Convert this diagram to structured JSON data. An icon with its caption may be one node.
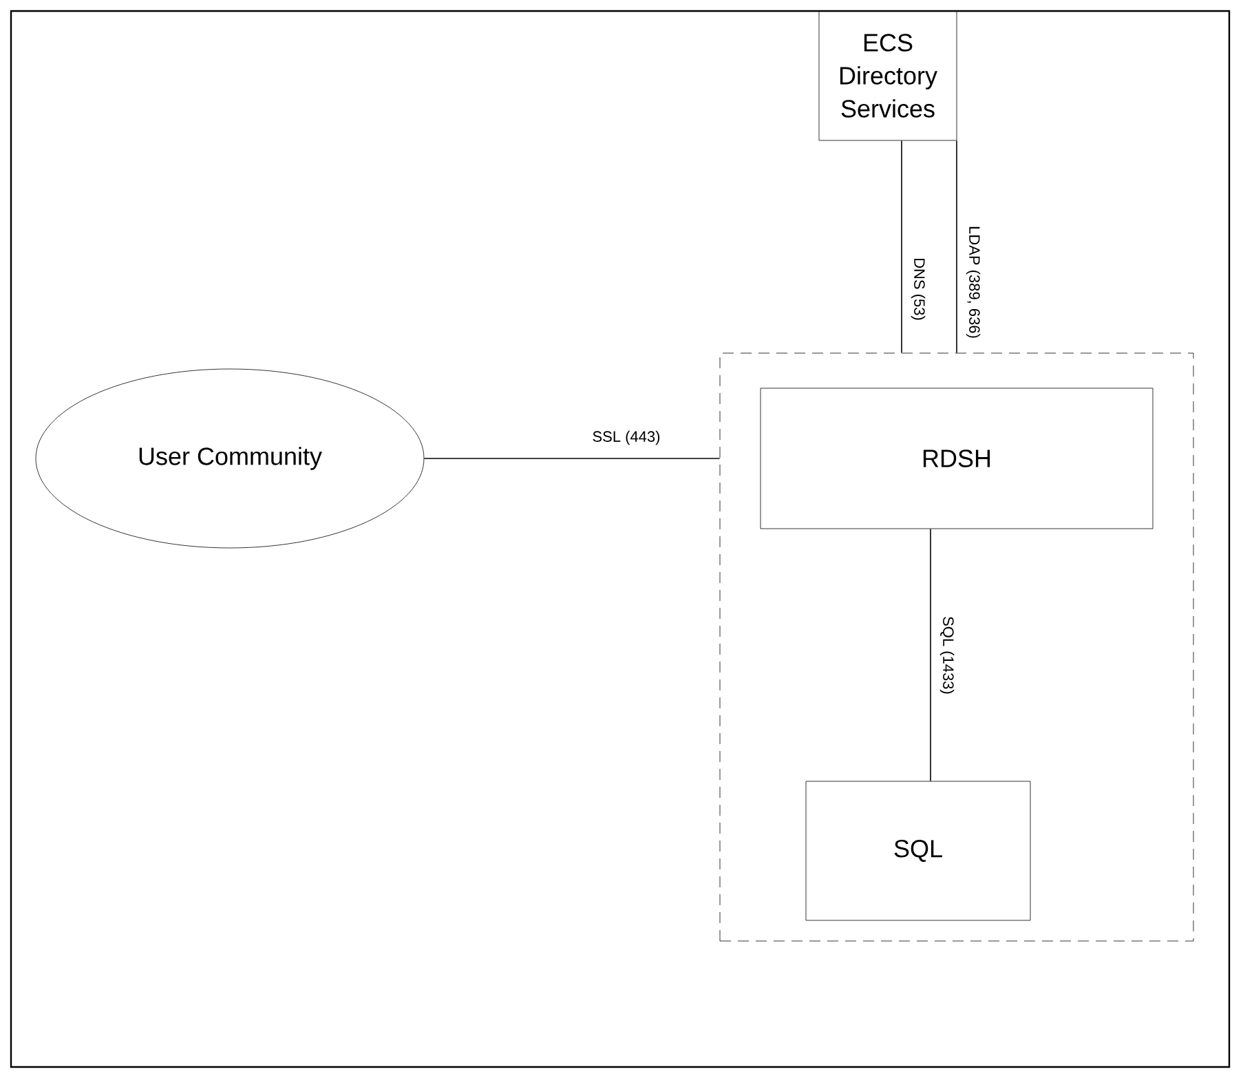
{
  "diagram": {
    "nodes": [
      {
        "text": [
          "User Community"
        ]
      },
      {
        "text": [
          "ECS Directory Services"
        ]
      },
      {
        "text": [],
        "shape": "box"
      },
      {
        "text": [
          "RDSH"
        ],
        "in": 2
      },
      {
        "text": [
          "SQL"
        ],
        "in": 2
      }
    ],
    "edges": [
      {
        "from": 0,
        "to": 2,
        "arrow": "none",
        "label": "SSL (443)"
      },
      {
        "from": 1,
        "to": 2,
        "arrow": "none",
        "label": "DNS (53)"
      },
      {
        "from": 1,
        "to": 2,
        "arrow": "none",
        "label": "LDAP (389, 636)"
      },
      {
        "from": 3,
        "to": 4,
        "arrow": "none",
        "label": "SQL (1433)"
      }
    ]
  }
}
